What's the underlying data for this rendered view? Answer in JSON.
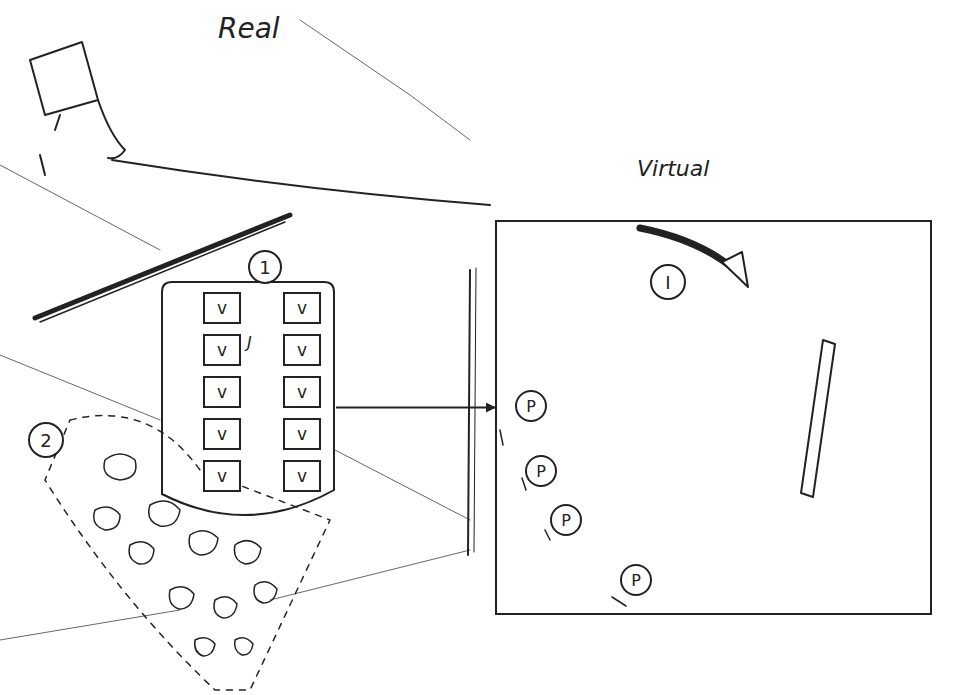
{
  "diagram": {
    "nodes": [
      {
        "text": [
          "1"
        ]
      },
      {
        "text": [
          "v"
        ],
        "in": 0
      },
      {
        "text": [
          "v"
        ],
        "in": 0
      },
      {
        "text": [
          "v"
        ],
        "in": 0
      },
      {
        "text": [
          "v"
        ],
        "in": 0
      },
      {
        "text": [
          "v"
        ],
        "in": 0
      },
      {
        "text": [
          "v"
        ],
        "in": 0
      },
      {
        "text": [
          "v"
        ],
        "in": 0
      },
      {
        "text": [
          "v"
        ],
        "in": 0
      },
      {
        "text": [
          "v"
        ],
        "in": 0
      },
      {
        "text": [
          "v"
        ],
        "in": 0
      },
      {
        "text": [
          "2"
        ]
      },
      {
        "text": [
          "Virtual"
        ]
      },
      {
        "text": [
          "I"
        ],
        "in": 12
      },
      {
        "text": [
          "P"
        ],
        "in": 12
      },
      {
        "text": [
          "P"
        ],
        "in": 12
      },
      {
        "text": [
          "P"
        ],
        "in": 12
      },
      {
        "text": [
          "P"
        ],
        "in": 12
      }
    ],
    "edges": [
      {
        "from": 0,
        "to": 12,
        "arrow": "to"
      }
    ],
    "labels": [
      "Real",
      "J"
    ]
  }
}
